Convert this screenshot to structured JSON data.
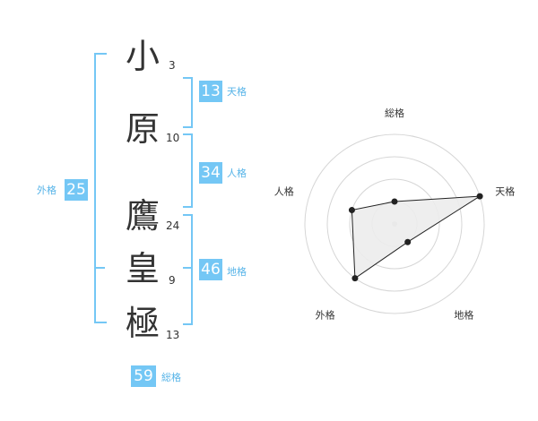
{
  "name_chars": [
    {
      "char": "小",
      "strokes": "3"
    },
    {
      "char": "原",
      "strokes": "10"
    },
    {
      "char": "鷹",
      "strokes": "24"
    },
    {
      "char": "皇",
      "strokes": "9"
    },
    {
      "char": "極",
      "strokes": "13"
    }
  ],
  "fortunes": {
    "tenkaku": {
      "label": "天格",
      "value": "13"
    },
    "jinkaku": {
      "label": "人格",
      "value": "34"
    },
    "chikaku": {
      "label": "地格",
      "value": "46"
    },
    "gaikaku": {
      "label": "外格",
      "value": "25"
    },
    "soukaku": {
      "label": "総格",
      "value": "59"
    }
  },
  "colors": {
    "accent": "#74c7f5",
    "accent_text": "#57b4e8",
    "polygon_fill": "#ececec"
  },
  "chart_data": {
    "type": "radar",
    "axes": [
      "総格",
      "天格",
      "地格",
      "外格",
      "人格"
    ],
    "values": [
      0.25,
      1.0,
      0.25,
      0.75,
      0.5
    ],
    "rings": 4
  }
}
